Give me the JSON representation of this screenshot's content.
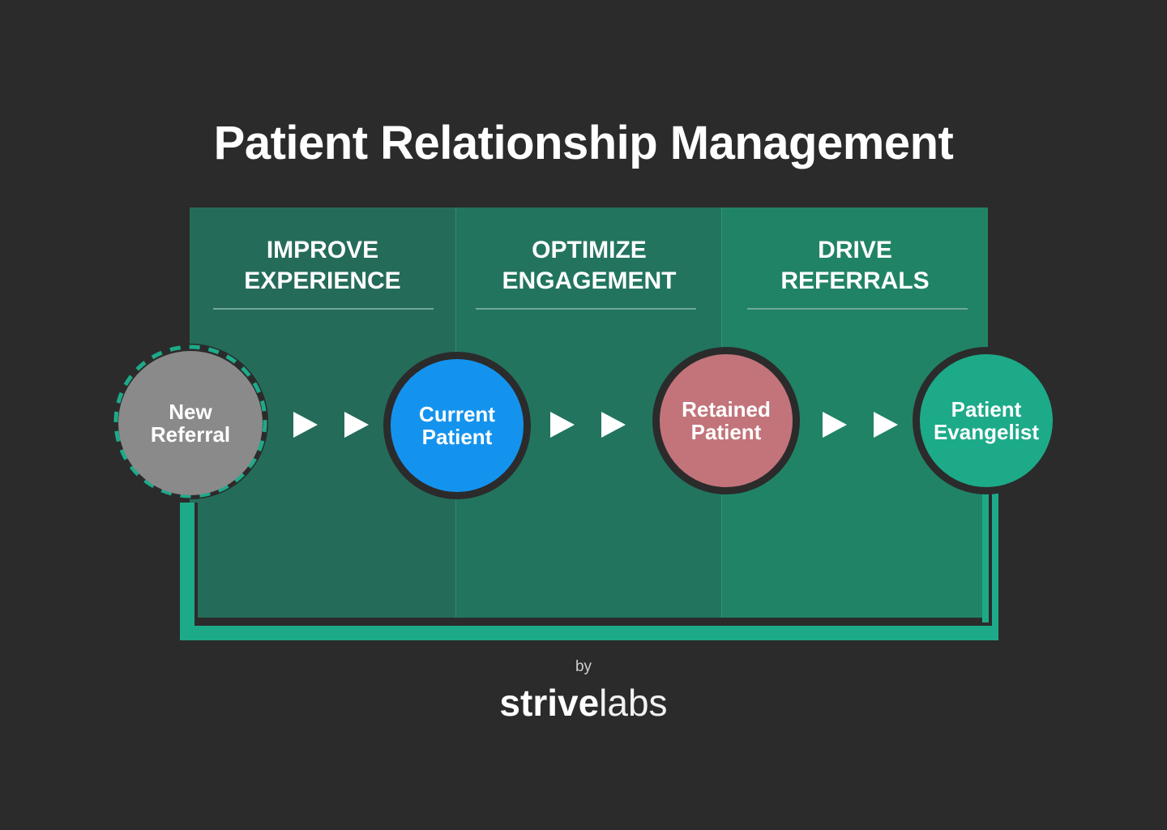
{
  "title": "Patient Relationship Management",
  "stages": [
    {
      "line1": "IMPROVE",
      "line2": "EXPERIENCE"
    },
    {
      "line1": "OPTIMIZE",
      "line2": "ENGAGEMENT"
    },
    {
      "line1": "DRIVE",
      "line2": "REFERRALS"
    }
  ],
  "nodes": [
    {
      "line1": "New",
      "line2": "Referral",
      "color": "#8a8a8a"
    },
    {
      "line1": "Current",
      "line2": "Patient",
      "color": "#1493ee"
    },
    {
      "line1": "Retained",
      "line2": "Patient",
      "color": "#c2747a"
    },
    {
      "line1": "Patient",
      "line2": "Evangelist",
      "color": "#1daa89"
    }
  ],
  "colors": {
    "background": "#2b2b2b",
    "loop": "#1daa89",
    "panel_1": "#256b5a",
    "panel_2": "#22745f",
    "panel_3": "#218366"
  },
  "icons": [
    "play-arrow-icon"
  ],
  "footer": {
    "by": "by",
    "brand_bold": "strive",
    "brand_light": "labs"
  }
}
